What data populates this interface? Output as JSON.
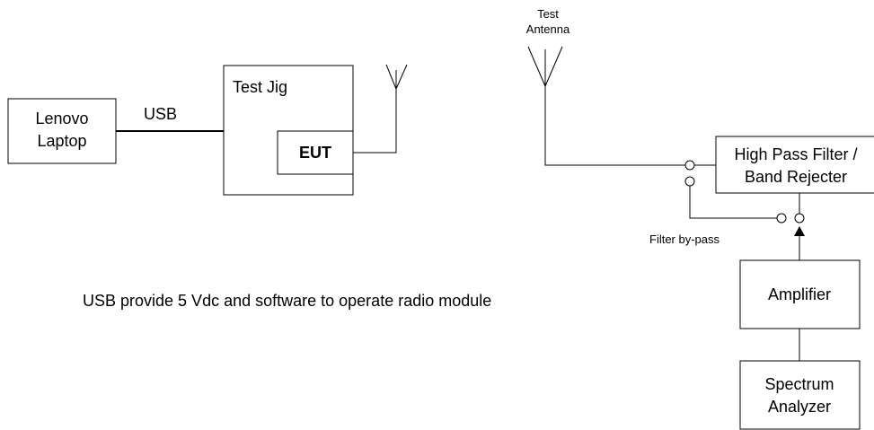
{
  "laptop": {
    "line1": "Lenovo",
    "line2": "Laptop"
  },
  "usb_label": "USB",
  "test_jig": {
    "title": "Test Jig",
    "eut": "EUT"
  },
  "test_antenna": {
    "line1": "Test",
    "line2": "Antenna"
  },
  "filter": {
    "line1": "High Pass Filter /",
    "line2": "Band Rejecter"
  },
  "filter_bypass_label": "Filter by-pass",
  "amplifier": "Amplifier",
  "spectrum_analyzer": {
    "line1": "Spectrum",
    "line2": "Analyzer"
  },
  "note": "USB provide 5 Vdc and software to operate radio module"
}
